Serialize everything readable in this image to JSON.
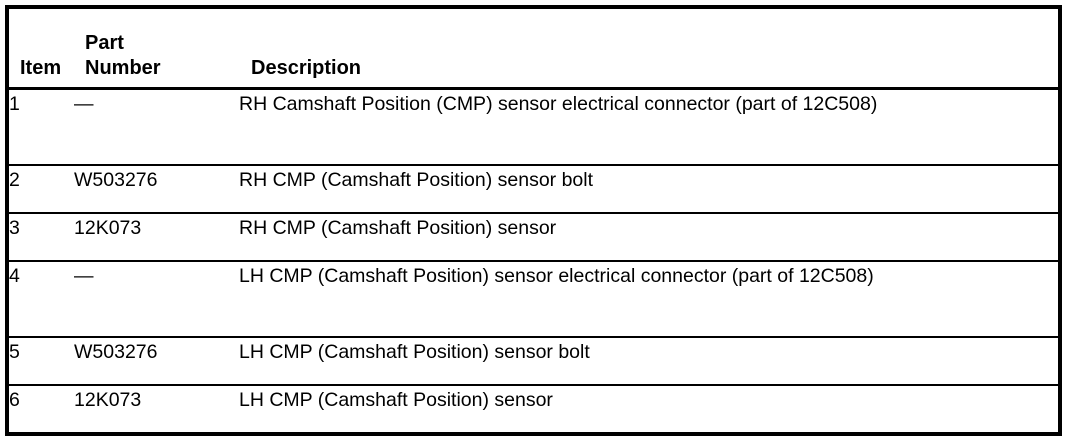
{
  "table": {
    "columns": [
      {
        "key": "item",
        "label": "Item"
      },
      {
        "key": "part_number",
        "label": "Part\nNumber"
      },
      {
        "key": "description",
        "label": "Description"
      }
    ],
    "rows": [
      {
        "item": "1",
        "part_number": "—",
        "description": "RH Camshaft Position (CMP) sensor electrical connector (part of 12C508)"
      },
      {
        "item": "2",
        "part_number": "W503276",
        "description": "RH CMP (Camshaft Position) sensor bolt"
      },
      {
        "item": "3",
        "part_number": "12K073",
        "description": "RH CMP (Camshaft Position) sensor"
      },
      {
        "item": "4",
        "part_number": "—",
        "description": "LH CMP (Camshaft Position) sensor electrical connector (part of 12C508)"
      },
      {
        "item": "5",
        "part_number": "W503276",
        "description": "LH CMP (Camshaft Position) sensor bolt"
      },
      {
        "item": "6",
        "part_number": "12K073",
        "description": "LH CMP (Camshaft Position) sensor"
      }
    ]
  },
  "colors": {
    "rule": "#000000",
    "text": "#000000",
    "background": "#ffffff"
  }
}
